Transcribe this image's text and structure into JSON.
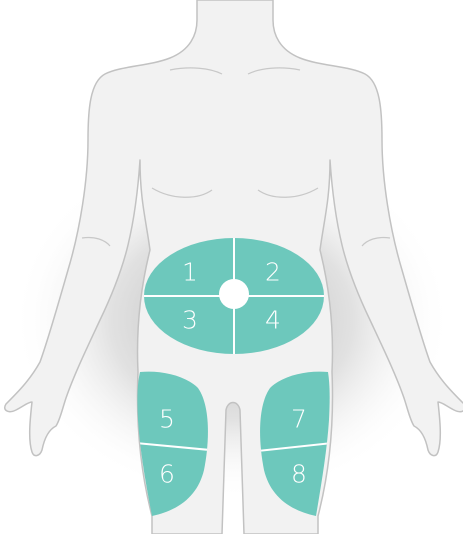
{
  "diagram": {
    "zones": [
      {
        "id": 1,
        "label": "1"
      },
      {
        "id": 2,
        "label": "2"
      },
      {
        "id": 3,
        "label": "3"
      },
      {
        "id": 4,
        "label": "4"
      },
      {
        "id": 5,
        "label": "5"
      },
      {
        "id": 6,
        "label": "6"
      },
      {
        "id": 7,
        "label": "7"
      },
      {
        "id": 8,
        "label": "8"
      }
    ],
    "colors": {
      "zone_fill": "#6dc8bc",
      "zone_divider": "#ffffff",
      "body_fill": "#f2f2f2",
      "body_outline": "#c2c2c2",
      "shadow": "#a8a8a8",
      "background": "#ffffff"
    }
  }
}
